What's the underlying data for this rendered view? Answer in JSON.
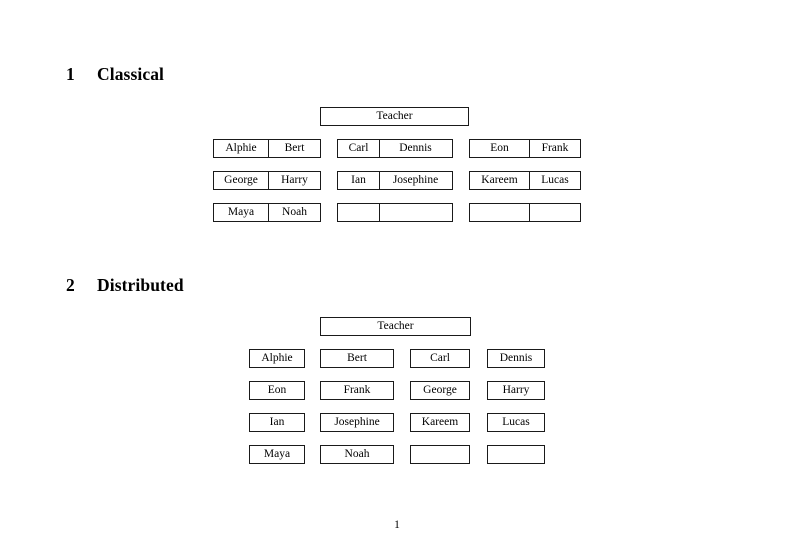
{
  "document": {
    "page_number": "1",
    "border_color": "#1a1a1a",
    "text_color": "#000000",
    "background": "#ffffff"
  },
  "sections": [
    {
      "number": "1",
      "title": "Classical",
      "teacher_label": "Teacher",
      "layout": "grouped-pairs",
      "groups": [
        {
          "rows": [
            {
              "left": "Alphie",
              "right": "Bert"
            },
            {
              "left": "George",
              "right": "Harry"
            },
            {
              "left": "Maya",
              "right": "Noah"
            }
          ]
        },
        {
          "rows": [
            {
              "left": "Carl",
              "right": "Dennis"
            },
            {
              "left": "Ian",
              "right": "Josephine"
            },
            {
              "left": "",
              "right": ""
            }
          ]
        },
        {
          "rows": [
            {
              "left": "Eon",
              "right": "Frank"
            },
            {
              "left": "Kareem",
              "right": "Lucas"
            },
            {
              "left": "",
              "right": ""
            }
          ]
        }
      ]
    },
    {
      "number": "2",
      "title": "Distributed",
      "teacher_label": "Teacher",
      "layout": "separate-boxes",
      "rows": [
        [
          "Alphie",
          "Bert",
          "Carl",
          "Dennis"
        ],
        [
          "Eon",
          "Frank",
          "George",
          "Harry"
        ],
        [
          "Ian",
          "Josephine",
          "Kareem",
          "Lucas"
        ],
        [
          "Maya",
          "Noah",
          "",
          ""
        ]
      ]
    }
  ]
}
